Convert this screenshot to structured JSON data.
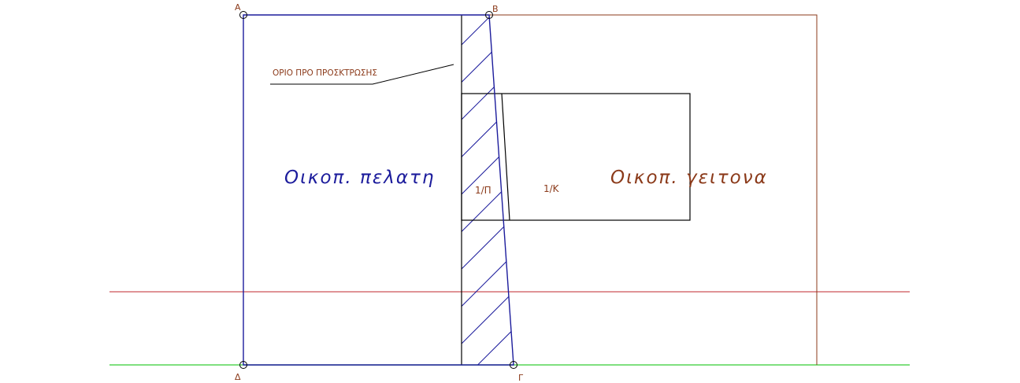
{
  "colors": {
    "client_plot": "#1c1c9c",
    "neighbor_plot": "#8b3a1a",
    "building": "#000000",
    "red_line": "#c0272d",
    "green_line": "#33cc33",
    "label": "#8b3a1a"
  },
  "points": {
    "a": "A",
    "b": "B",
    "d": "Δ",
    "g": "Γ"
  },
  "labels": {
    "client_plot": "Οικοπ. πελατη",
    "neighbor_plot": "Οικοπ. γειτονα",
    "client_floor": "1/Π",
    "neighbor_floor": "1/Κ",
    "limit_note": "ΟΡΙΟ ΠΡΟ ΠΡΟΣΚΤΡΩΣΗΣ"
  }
}
